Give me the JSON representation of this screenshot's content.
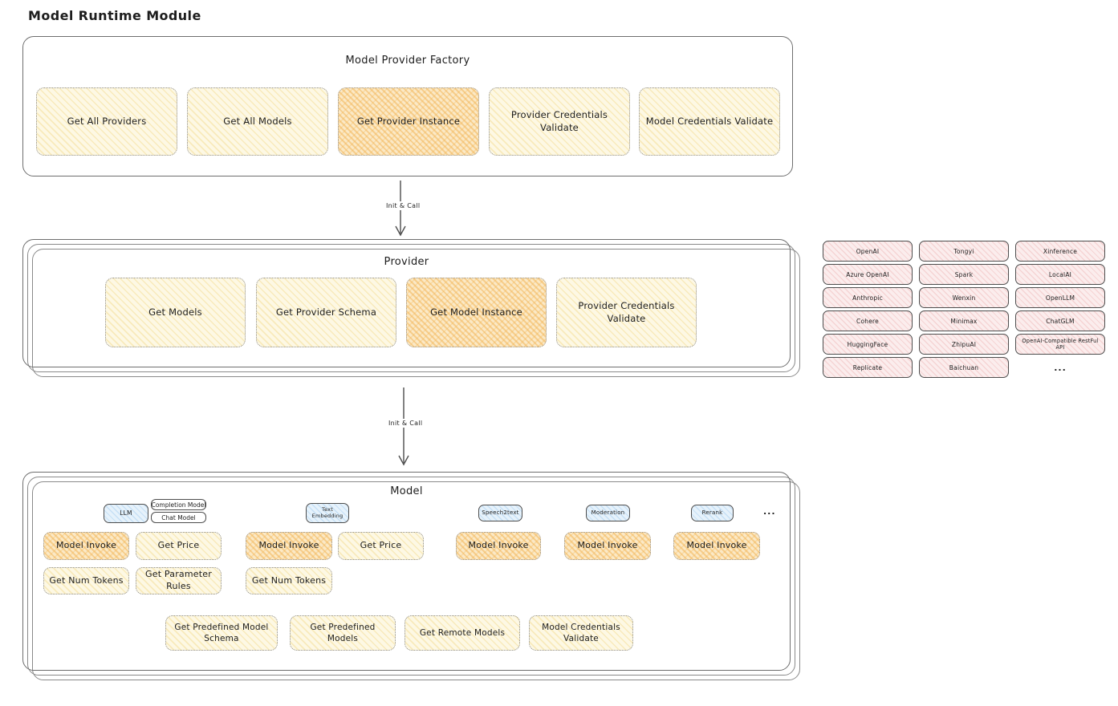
{
  "page_title": "Model Runtime Module",
  "arrows": {
    "init_call": "Init & Call"
  },
  "colors": {
    "highlight_orange": "#F6C26B",
    "node_yellow": "#FDF8E4",
    "provider_pink": "#FBEDED",
    "tab_blue": "#E6F2FB",
    "border_gray": "#6e6e6e"
  },
  "factory": {
    "title": "Model Provider Factory",
    "items": [
      {
        "label": "Get All Providers",
        "highlight": false
      },
      {
        "label": "Get All Models",
        "highlight": false
      },
      {
        "label": "Get Provider Instance",
        "highlight": true
      },
      {
        "label": "Provider Credentials Validate",
        "highlight": false
      },
      {
        "label": "Model Credentials Validate",
        "highlight": false
      }
    ]
  },
  "provider": {
    "title": "Provider",
    "items": [
      {
        "label": "Get Models",
        "highlight": false
      },
      {
        "label": "Get Provider Schema",
        "highlight": false
      },
      {
        "label": "Get Model Instance",
        "highlight": true
      },
      {
        "label": "Provider Credentials Validate",
        "highlight": false
      }
    ]
  },
  "providers": {
    "items": [
      {
        "label": "OpenAI"
      },
      {
        "label": "Tongyi"
      },
      {
        "label": "Xinference"
      },
      {
        "label": "Azure OpenAI"
      },
      {
        "label": "Spark"
      },
      {
        "label": "LocalAI"
      },
      {
        "label": "Anthropic"
      },
      {
        "label": "Wenxin"
      },
      {
        "label": "OpenLLM"
      },
      {
        "label": "Cohere"
      },
      {
        "label": "Minimax"
      },
      {
        "label": "ChatGLM"
      },
      {
        "label": "HuggingFace"
      },
      {
        "label": "ZhipuAI"
      },
      {
        "label": "OpenAI-Compatible RestFul API"
      },
      {
        "label": "Replicate"
      },
      {
        "label": "Baichuan"
      },
      {
        "label": "..."
      }
    ]
  },
  "model": {
    "title": "Model",
    "tabs": {
      "llm": "LLM",
      "completion_model": "Completion Model",
      "chat_model": "Chat Model",
      "text_embedding": "Text Embedding",
      "speech2text": "Speech2text",
      "moderation": "Moderation",
      "rerank": "Rerank",
      "more": "..."
    },
    "ops": {
      "model_invoke": "Model Invoke",
      "get_price": "Get Price",
      "get_num_tokens": "Get Num Tokens",
      "get_parameter_rules": "Get Parameter Rules"
    },
    "bottom": [
      {
        "label": "Get Predefined Model Schema"
      },
      {
        "label": "Get Predefined Models"
      },
      {
        "label": "Get Remote Models"
      },
      {
        "label": "Model Credentials Validate"
      }
    ]
  }
}
